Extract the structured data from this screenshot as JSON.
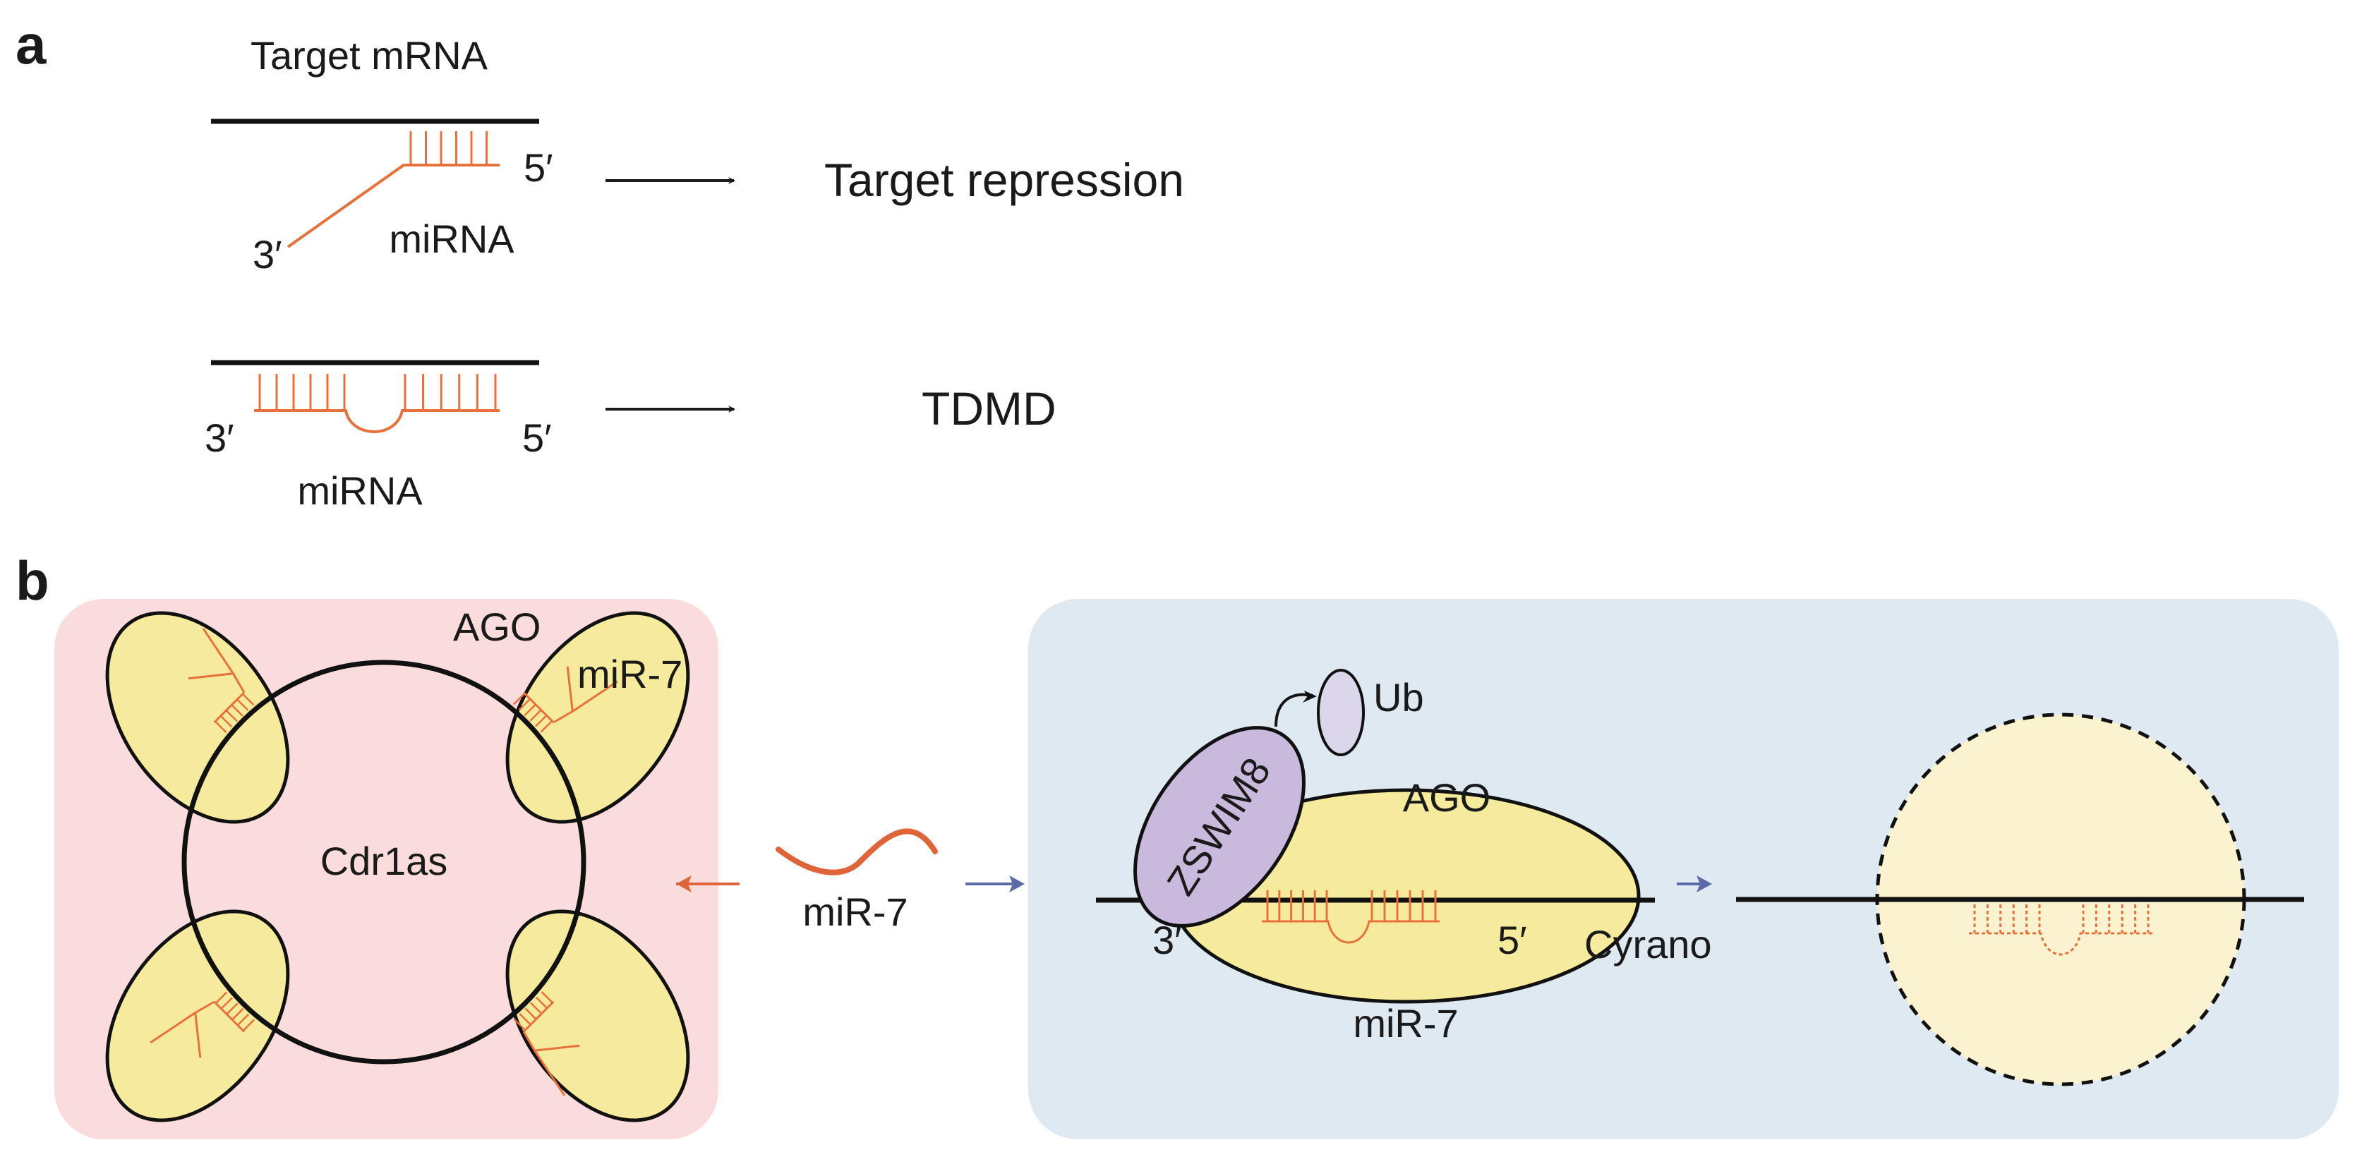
{
  "panel_a": {
    "letter": "a",
    "title": "Target mRNA",
    "row1": {
      "three_prime": "3′",
      "five_prime": "5′",
      "mirna_label": "miRNA",
      "outcome": "Target repression"
    },
    "row2": {
      "three_prime": "3′",
      "five_prime": "5′",
      "mirna_label": "miRNA",
      "outcome": "TDMD"
    }
  },
  "panel_b": {
    "letter": "b",
    "left": {
      "circle_label": "Cdr1as",
      "protein_label": "AGO",
      "mirna_label": "miR-7"
    },
    "middle": {
      "mirna_label": "miR-7"
    },
    "right": {
      "zswim8_label": "ZSWIM8",
      "ub_label": "Ub",
      "ago_label": "AGO",
      "three_prime": "3′",
      "five_prime": "5′",
      "target_label": "Cyrano",
      "mirna_label": "miR-7"
    }
  },
  "colors": {
    "mirna": "#e8703a",
    "strand": "#111111",
    "pink_bg": "#fadcdc",
    "blue_bg": "#dfe9f2",
    "ago_fill": "#f6eb9c",
    "zswim8_fill": "#c9b9dc",
    "ub_fill": "#dcd6ea",
    "degraded_fill": "#fbf3cf",
    "blue_arrow": "#5b6aa8",
    "orange_arrow": "#e0643a"
  }
}
